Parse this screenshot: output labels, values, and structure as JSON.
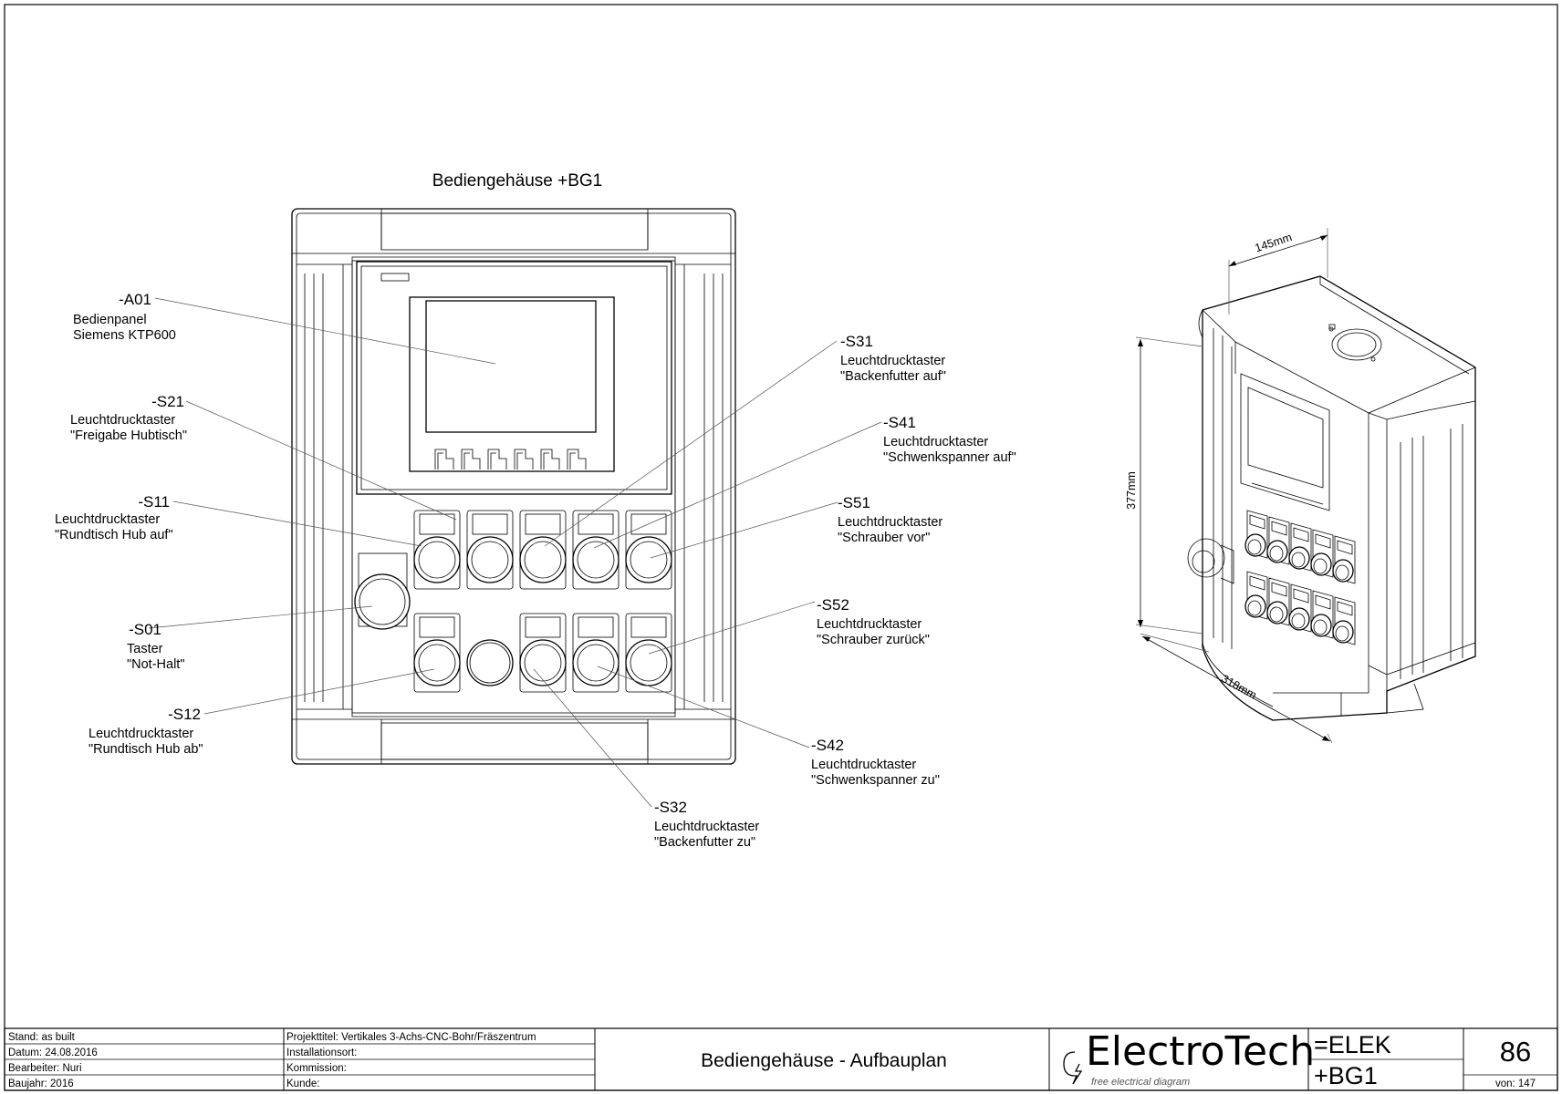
{
  "front_view": {
    "title": "Bediengehäuse +BG1"
  },
  "callouts": [
    {
      "id": "a01",
      "tag": "-A01",
      "line1": "Bedienpanel",
      "line2": "Siemens KTP600"
    },
    {
      "id": "s21",
      "tag": "-S21",
      "line1": "Leuchtdrucktaster",
      "line2": "\"Freigabe Hubtisch\""
    },
    {
      "id": "s11",
      "tag": "-S11",
      "line1": "Leuchtdrucktaster",
      "line2": "\"Rundtisch Hub auf\""
    },
    {
      "id": "s01",
      "tag": "-S01",
      "line1": "Taster",
      "line2": "\"Not-Halt\""
    },
    {
      "id": "s12",
      "tag": "-S12",
      "line1": "Leuchtdrucktaster",
      "line2": "\"Rundtisch Hub ab\""
    },
    {
      "id": "s31",
      "tag": "-S31",
      "line1": "Leuchtdrucktaster",
      "line2": "\"Backenfutter auf\""
    },
    {
      "id": "s41",
      "tag": "-S41",
      "line1": "Leuchtdrucktaster",
      "line2": "\"Schwenkspanner auf\""
    },
    {
      "id": "s51",
      "tag": "-S51",
      "line1": "Leuchtdrucktaster",
      "line2": "\"Schrauber vor\""
    },
    {
      "id": "s52",
      "tag": "-S52",
      "line1": "Leuchtdrucktaster",
      "line2": "\"Schrauber zurück\""
    },
    {
      "id": "s42",
      "tag": "-S42",
      "line1": "Leuchtdrucktaster",
      "line2": "\"Schwenkspanner zu\""
    },
    {
      "id": "s32",
      "tag": "-S32",
      "line1": "Leuchtdrucktaster",
      "line2": "\"Backenfutter zu\""
    }
  ],
  "iso_view": {
    "dim_width": "145mm",
    "dim_height": "377mm",
    "dim_depth": "318mm"
  },
  "title_block": {
    "stand": "Stand: as built",
    "datum": "Datum: 24.08.2016",
    "bearbeiter": "Bearbeiter: Nuri",
    "baujahr": "Baujahr: 2016",
    "projekttitel": "Projekttitel: Vertikales 3-Achs-CNC-Bohr/Fräszentrum",
    "installationsort": "Installationsort:",
    "kommission": "Kommission:",
    "kunde": "Kunde:",
    "document_title": "Bediengehäuse - Aufbauplan",
    "logo_name": "ElectroTech",
    "logo_tagline": "free electrical diagram",
    "function": "=ELEK",
    "location": "+BG1",
    "page_number": "86",
    "page_total": "von: 147"
  }
}
